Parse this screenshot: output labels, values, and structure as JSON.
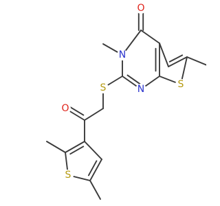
{
  "molecule": {
    "colors": {
      "bond": "#3a3a3a",
      "carbon": "#3a3a3a",
      "nitrogen": "#2a33cc",
      "oxygen": "#e0241b",
      "sulfur": "#b59a10"
    },
    "atom_labels": {
      "O_carbonyl": "O",
      "N_methyl": "N",
      "N_ring": "N",
      "S_thieno": "S",
      "S_thioether": "S",
      "O_ketone": "O",
      "S_thiophene": "S"
    }
  }
}
